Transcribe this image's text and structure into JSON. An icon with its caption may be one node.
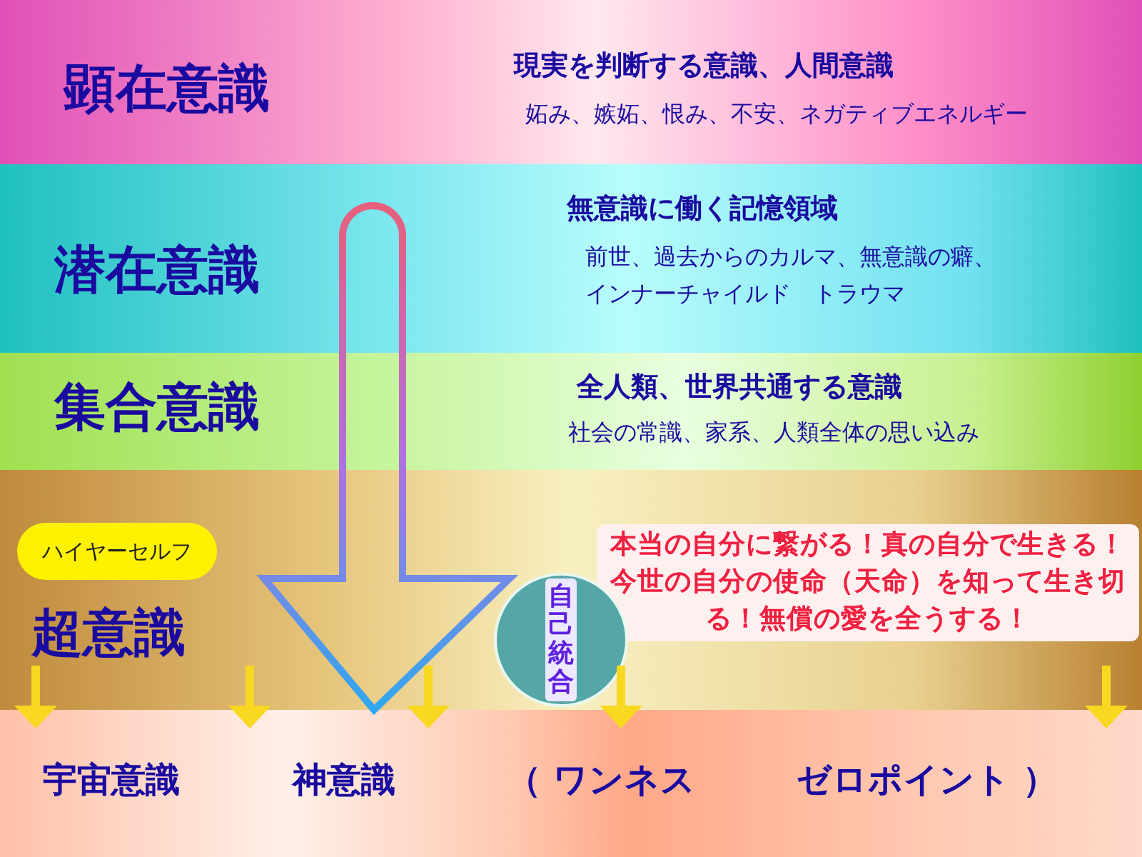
{
  "diagram": {
    "nodes": [
      {
        "text": [
          "顕在意識",
          "現実を判断する意識、人間意識",
          "妬み、嫉妬、恨み、不安、ネガティブエネルギー"
        ]
      },
      {
        "text": [
          "潜在意識",
          "無意識に働く記憶領域",
          "前世、過去からのカルマ、無意識の癖、インナーチャイルド　トラウマ"
        ]
      },
      {
        "text": [
          "集合意識",
          "全人類、世界共通する意識",
          "社会の常識、家系、人類全体の思い込み"
        ]
      },
      {
        "text": [
          "超意識"
        ]
      },
      {
        "text": [
          "ハイヤーセルフ"
        ],
        "in": 3
      },
      {
        "text": [
          "本当の自分に繋がる！真の自分で生きる！今世の自分の使命（天命）を知って生き切る！無償の愛を全うする！"
        ],
        "in": 3
      },
      {
        "text": [
          "自己統合"
        ],
        "in": 3
      },
      {
        "text": [
          "宇宙意識",
          "神意識",
          "（ ワンネス",
          "ゼロポイント ）"
        ]
      }
    ]
  }
}
